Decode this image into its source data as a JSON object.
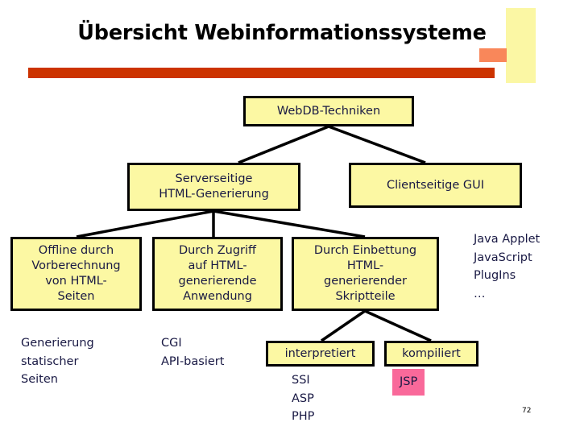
{
  "slide": {
    "title": "Übersicht Webinformationssysteme",
    "page_number": "72",
    "colors": {
      "box_fill": "#FCF8A3",
      "box_border": "#000000",
      "text": "#191944",
      "title": "#000000",
      "rule_red": "#CC3300",
      "deco_salmon": "#F9875A",
      "deco_yellow": "#FBF7A4",
      "badge_pink": "#F9699A"
    }
  },
  "diagram": {
    "root": {
      "label": "WebDB-Techniken"
    },
    "level2": [
      {
        "label": "Serverseitige\nHTML-Generierung"
      },
      {
        "label": "Clientseitige GUI"
      }
    ],
    "level3": [
      {
        "label": "Offline durch\nVorberechnung\nvon HTML-\nSeiten"
      },
      {
        "label": "Durch Zugriff\nauf HTML-\ngenerierende\nAnwendung"
      },
      {
        "label": "Durch Einbettung\nHTML-\ngenerierender\nSkriptteile"
      }
    ],
    "client_examples": "Java Applet\nJavaScript\nPlugIns\n…",
    "notes": [
      {
        "label": "Generierung\nstatischer\nSeiten"
      },
      {
        "label": "CGI\nAPI-basiert"
      }
    ],
    "level4": [
      {
        "label": "interpretiert"
      },
      {
        "label": "kompiliert"
      }
    ],
    "interpreted_examples": "SSI\nASP\nPHP",
    "compiled_example": "JSP"
  }
}
